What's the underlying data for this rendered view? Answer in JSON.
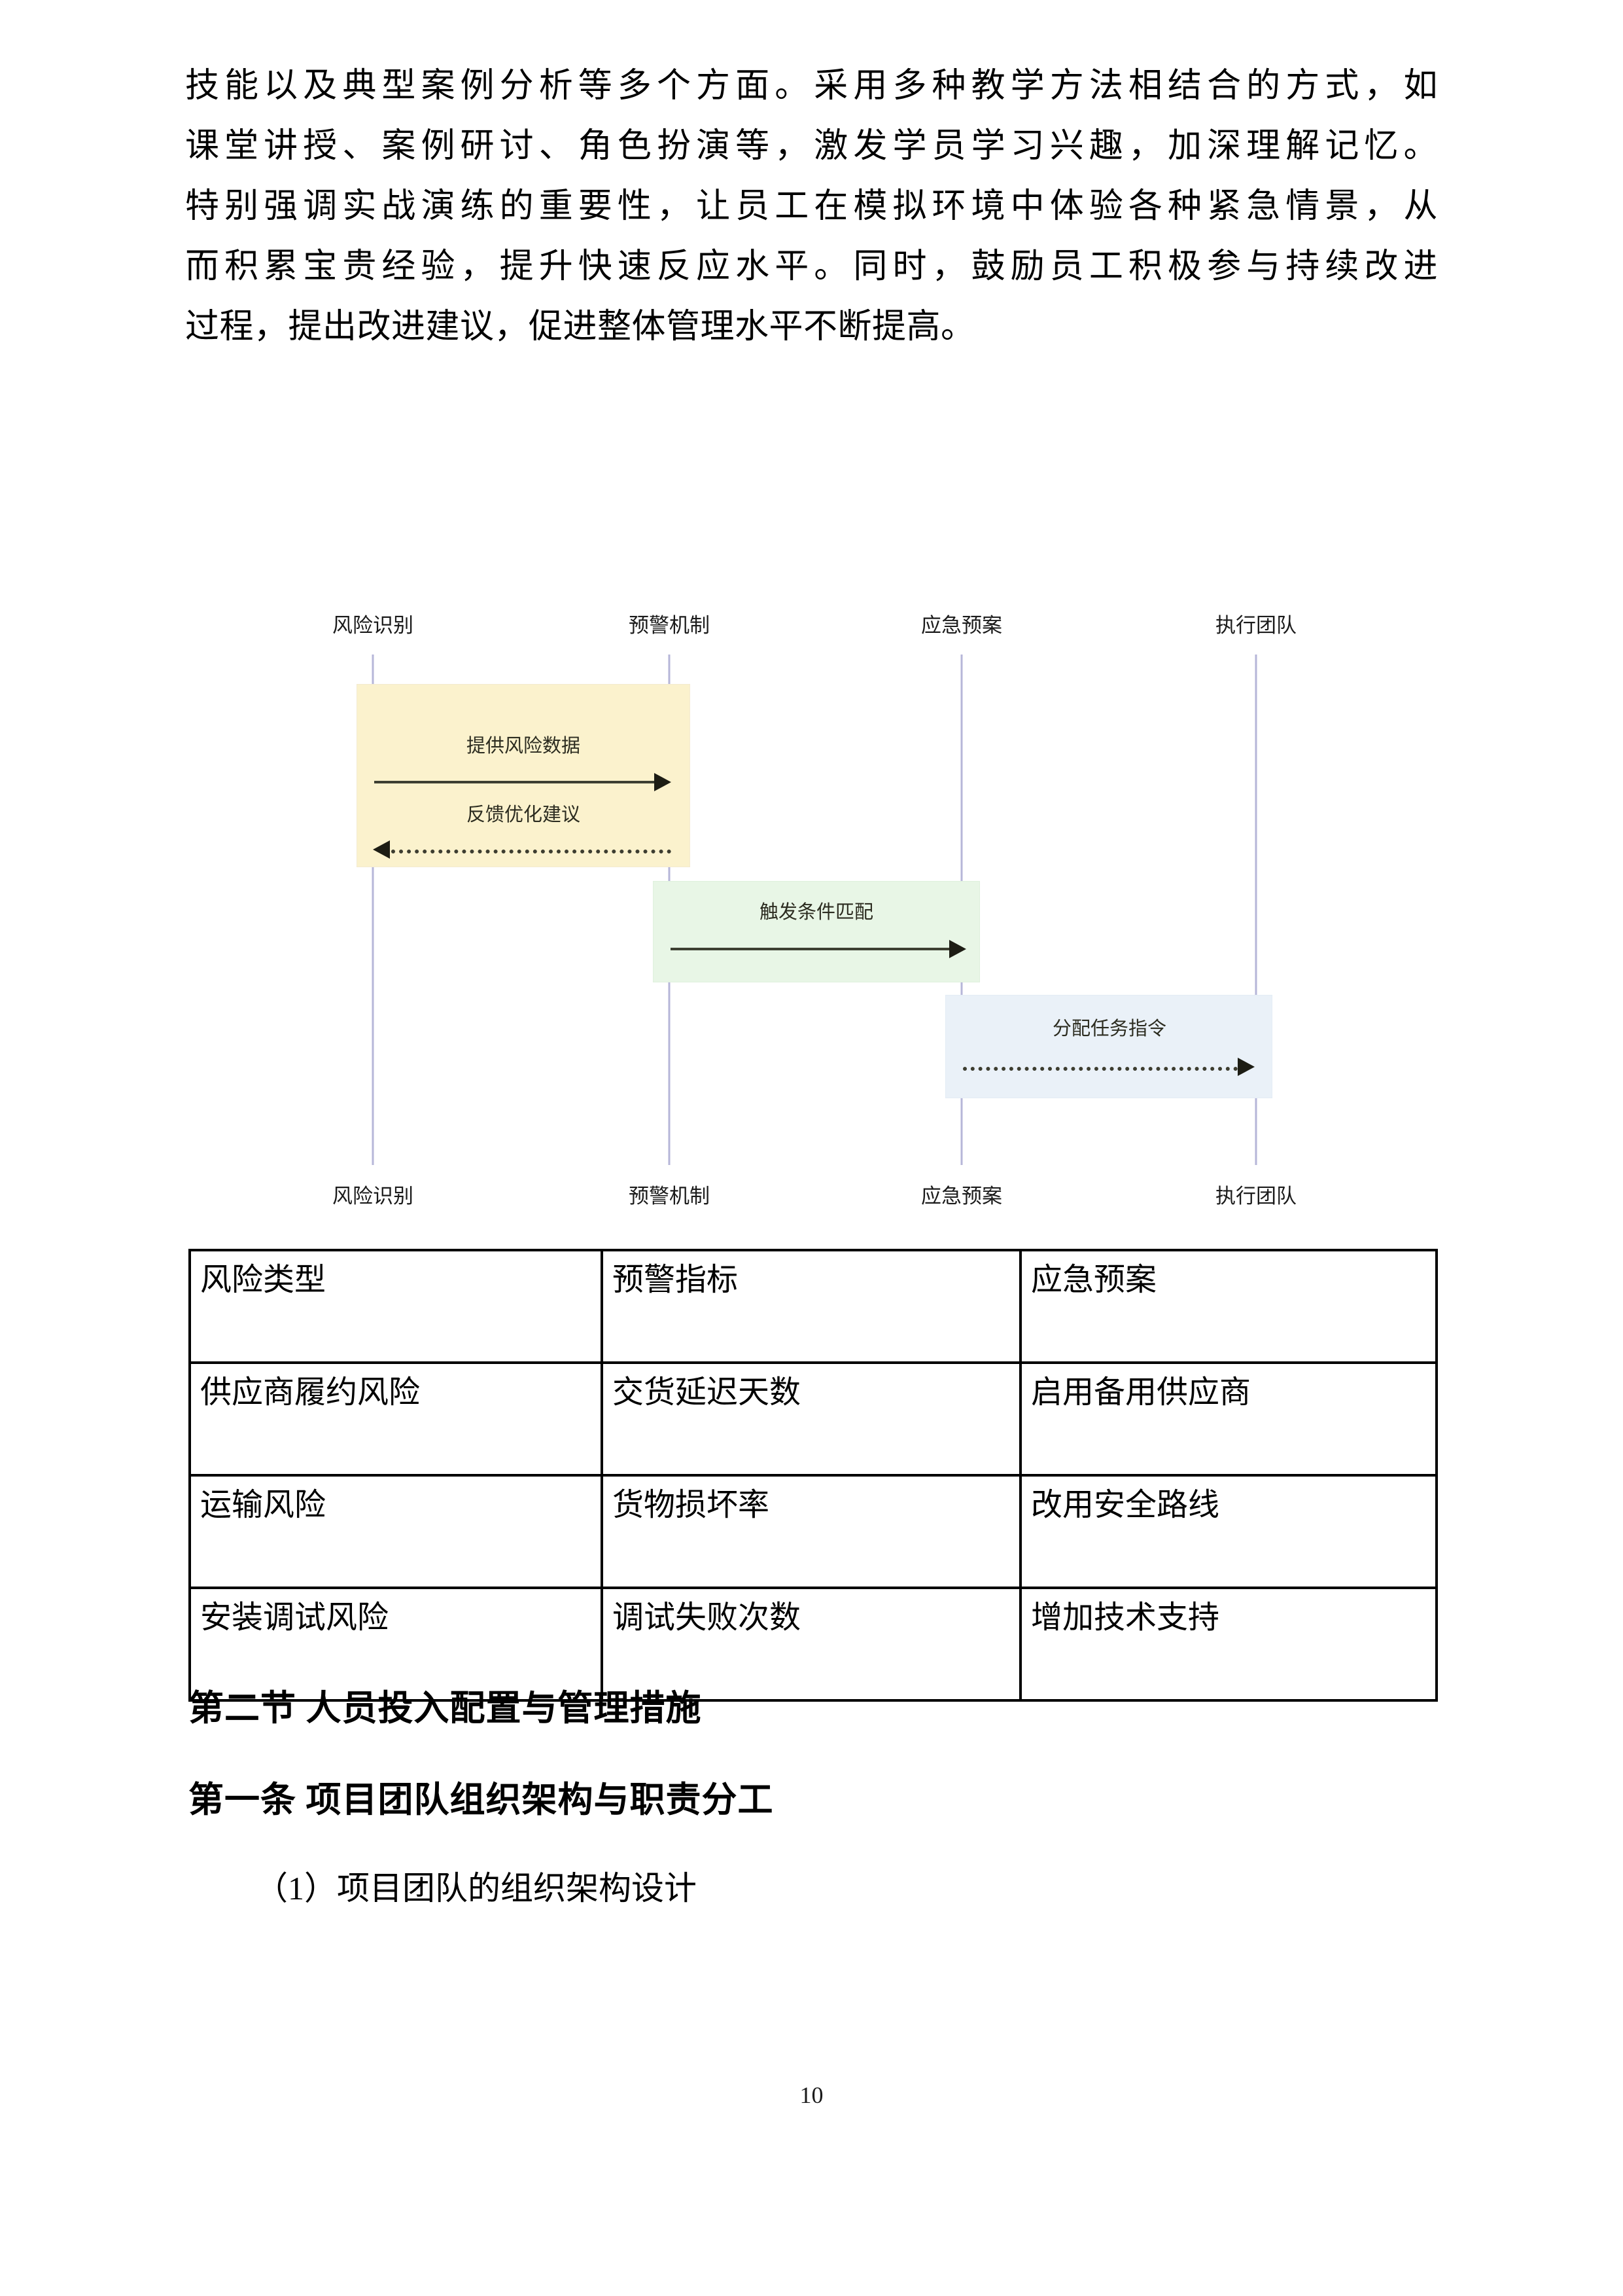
{
  "document": {
    "page_number": "10"
  },
  "paragraph": {
    "lines": [
      "技能以及典型案例分析等多个方面。采用多种教学方法相结合的方式，如",
      "课堂讲授、案例研讨、角色扮演等，激发学员学习兴趣，加深理解记忆。",
      "特别强调实战演练的重要性，让员工在模拟环境中体验各种紧急情景，从",
      "而积累宝贵经验，提升快速反应水平。同时，鼓励员工积极参与持续改进",
      "过程，提出改进建议，促进整体管理水平不断提高。"
    ]
  },
  "sequence_diagram": {
    "participants": [
      {
        "id": "risk",
        "label": "风险识别"
      },
      {
        "id": "alert",
        "label": "预警机制"
      },
      {
        "id": "plan",
        "label": "应急预案"
      },
      {
        "id": "team",
        "label": "执行团队"
      }
    ],
    "messages": [
      {
        "label": "提供风险数据",
        "from": "风险识别",
        "to": "预警机制",
        "style": "solid",
        "direction": "right"
      },
      {
        "label": "反馈优化建议",
        "from": "预警机制",
        "to": "风险识别",
        "style": "dashed",
        "direction": "left"
      },
      {
        "label": "触发条件匹配",
        "from": "预警机制",
        "to": "应急预案",
        "style": "solid",
        "direction": "right"
      },
      {
        "label": "分配任务指令",
        "from": "应急预案",
        "to": "执行团队",
        "style": "dashed",
        "direction": "right"
      }
    ],
    "colors": {
      "lifeline": "#b6b6d8",
      "group_1": "#fbf2cd",
      "group_2": "#e8f6e6",
      "group_3": "#eaf1f8",
      "arrow": "#3d4032"
    }
  },
  "table": {
    "headers": [
      "风险类型",
      "预警指标",
      "应急预案"
    ],
    "rows": [
      [
        "供应商履约风险",
        "交货延迟天数",
        "启用备用供应商"
      ],
      [
        "运输风险",
        "货物损坏率",
        "改用安全路线"
      ],
      [
        "安装调试风险",
        "调试失败次数",
        "增加技术支持"
      ]
    ]
  },
  "headings": {
    "section": "第二节  人员投入配置与管理措施",
    "article": "第一条  项目团队组织架构与职责分工",
    "item_1": "（1）项目团队的组织架构设计"
  }
}
